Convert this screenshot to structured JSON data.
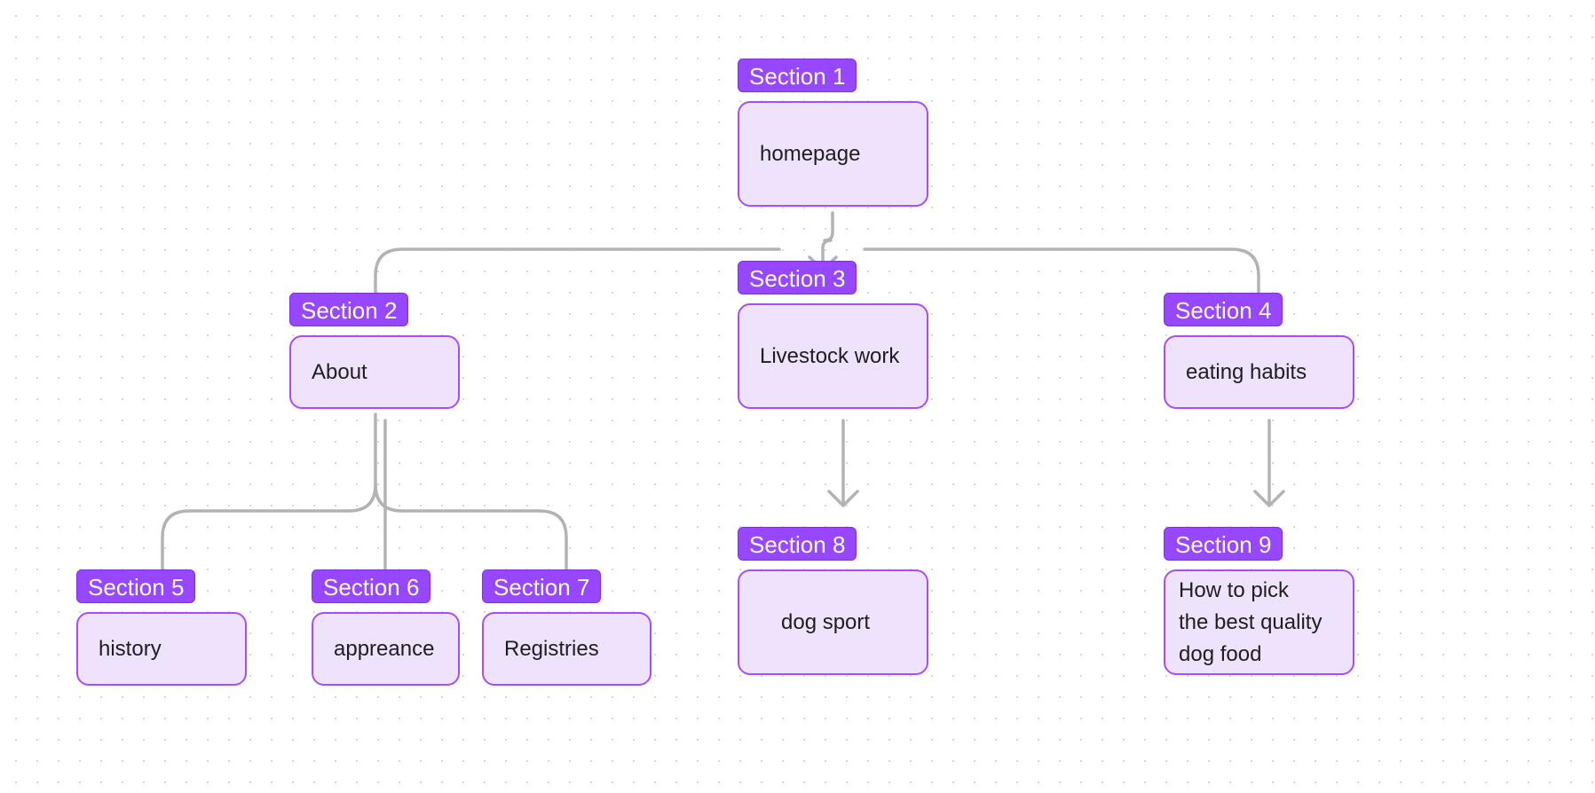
{
  "diagram": {
    "type": "sitemap",
    "colors": {
      "tag_fill": "#9747ff",
      "tag_text": "#ffffff",
      "node_fill": "#efe2fd",
      "node_border": "#a64dff",
      "connector": "#b3b3b3",
      "background_dots": "#d9d9d9"
    },
    "nodes": [
      {
        "id": "s1",
        "section": "Section 1",
        "label": "homepage"
      },
      {
        "id": "s2",
        "section": "Section 2",
        "label": "About"
      },
      {
        "id": "s3",
        "section": "Section 3",
        "label": "Livestock work"
      },
      {
        "id": "s4",
        "section": "Section 4",
        "label": "eating habits"
      },
      {
        "id": "s5",
        "section": "Section 5",
        "label": "history"
      },
      {
        "id": "s6",
        "section": "Section 6",
        "label": "appreance"
      },
      {
        "id": "s7",
        "section": "Section 7",
        "label": "Registries"
      },
      {
        "id": "s8",
        "section": "Section 8",
        "label": "dog sport"
      },
      {
        "id": "s9",
        "section": "Section 9",
        "label": "How to pick\n the best quality\n dog food"
      }
    ],
    "edges": [
      {
        "from": "s1",
        "to": "s2"
      },
      {
        "from": "s1",
        "to": "s3"
      },
      {
        "from": "s1",
        "to": "s4"
      },
      {
        "from": "s2",
        "to": "s5"
      },
      {
        "from": "s2",
        "to": "s6"
      },
      {
        "from": "s2",
        "to": "s7"
      },
      {
        "from": "s3",
        "to": "s8"
      },
      {
        "from": "s4",
        "to": "s9"
      }
    ]
  }
}
